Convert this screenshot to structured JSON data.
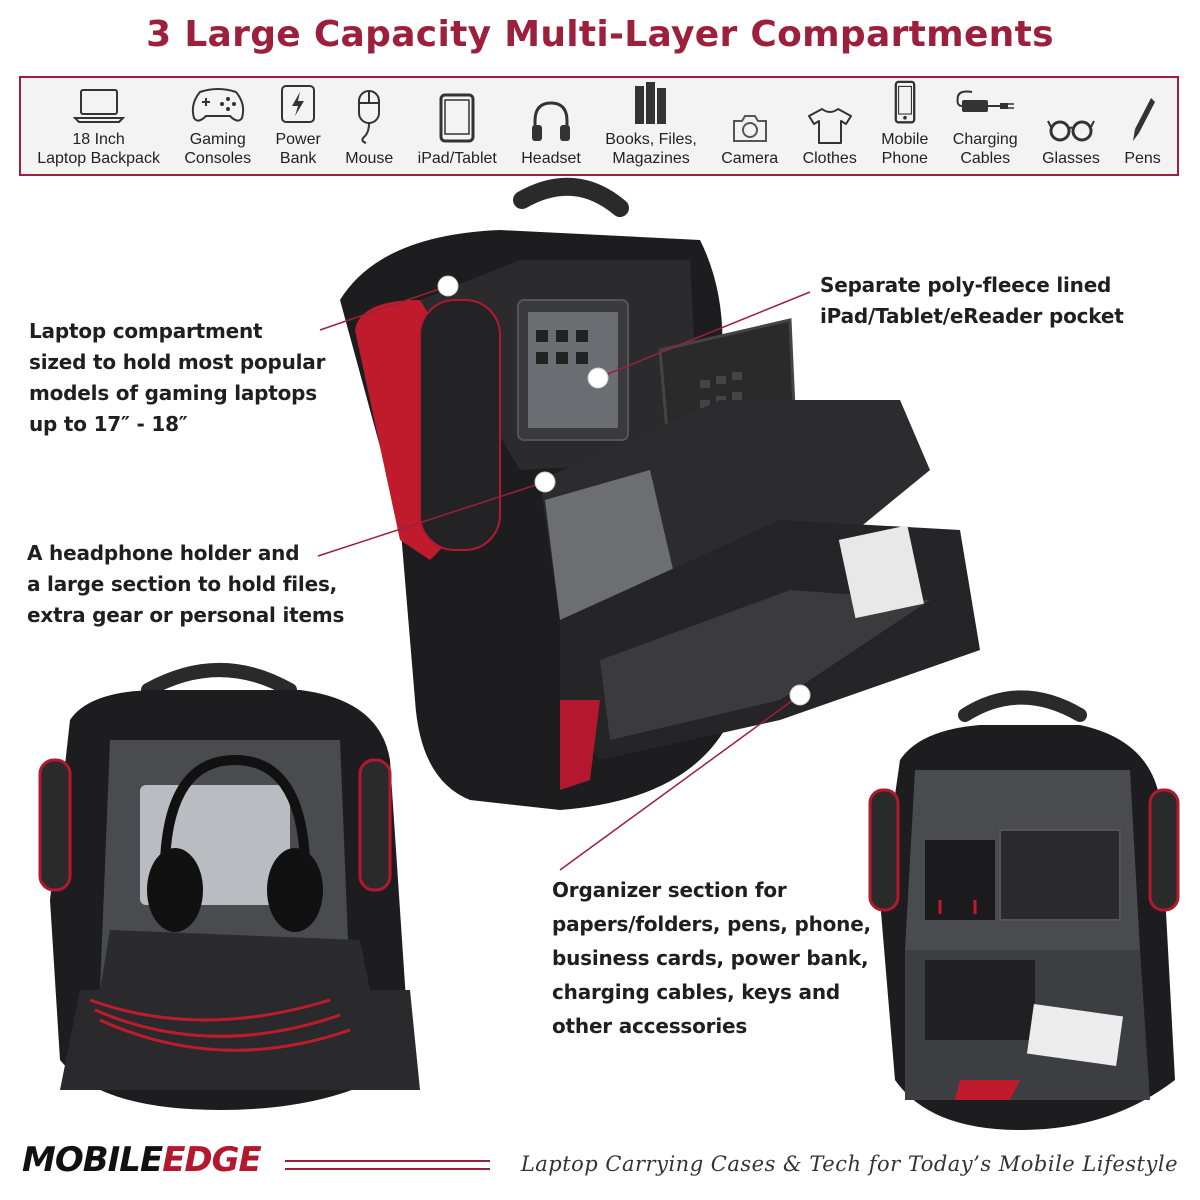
{
  "title": "3 Large Capacity Multi-Layer Compartments",
  "icons": [
    {
      "name": "laptop-icon",
      "label": "18 Inch\nLaptop Backpack"
    },
    {
      "name": "gamepad-icon",
      "label": "Gaming\nConsoles"
    },
    {
      "name": "power-bank-icon",
      "label": "Power\nBank"
    },
    {
      "name": "mouse-icon",
      "label": "Mouse"
    },
    {
      "name": "tablet-icon",
      "label": "iPad/Tablet"
    },
    {
      "name": "headset-icon",
      "label": "Headset"
    },
    {
      "name": "books-icon",
      "label": "Books, Files,\nMagazines"
    },
    {
      "name": "camera-icon",
      "label": "Camera"
    },
    {
      "name": "tshirt-icon",
      "label": "Clothes"
    },
    {
      "name": "phone-icon",
      "label": "Mobile\nPhone"
    },
    {
      "name": "charger-icon",
      "label": "Charging\nCables"
    },
    {
      "name": "glasses-icon",
      "label": "Glasses"
    },
    {
      "name": "pen-icon",
      "label": "Pens"
    }
  ],
  "callouts": {
    "laptop": "Laptop compartment\nsized to hold most popular\nmodels of gaming laptops\nup to 17″ - 18″",
    "tablet": "Separate poly-fleece lined\niPad/Tablet/eReader pocket",
    "headphone": "A headphone holder and\na large section to hold files,\nextra gear or personal items",
    "organizer": "Organizer section for\npapers/folders, pens, phone,\nbusiness cards, power bank,\ncharging cables, keys and\nother accessories"
  },
  "footer": {
    "logo_part1": "MOBILE",
    "logo_part2": "EDGE",
    "tagline": "Laptop Carrying Cases & Tech for Today’s Mobile Lifestyle"
  },
  "colors": {
    "accent": "#9c1f3c",
    "bag": "#1c1c1e",
    "trim": "#b3182f"
  }
}
